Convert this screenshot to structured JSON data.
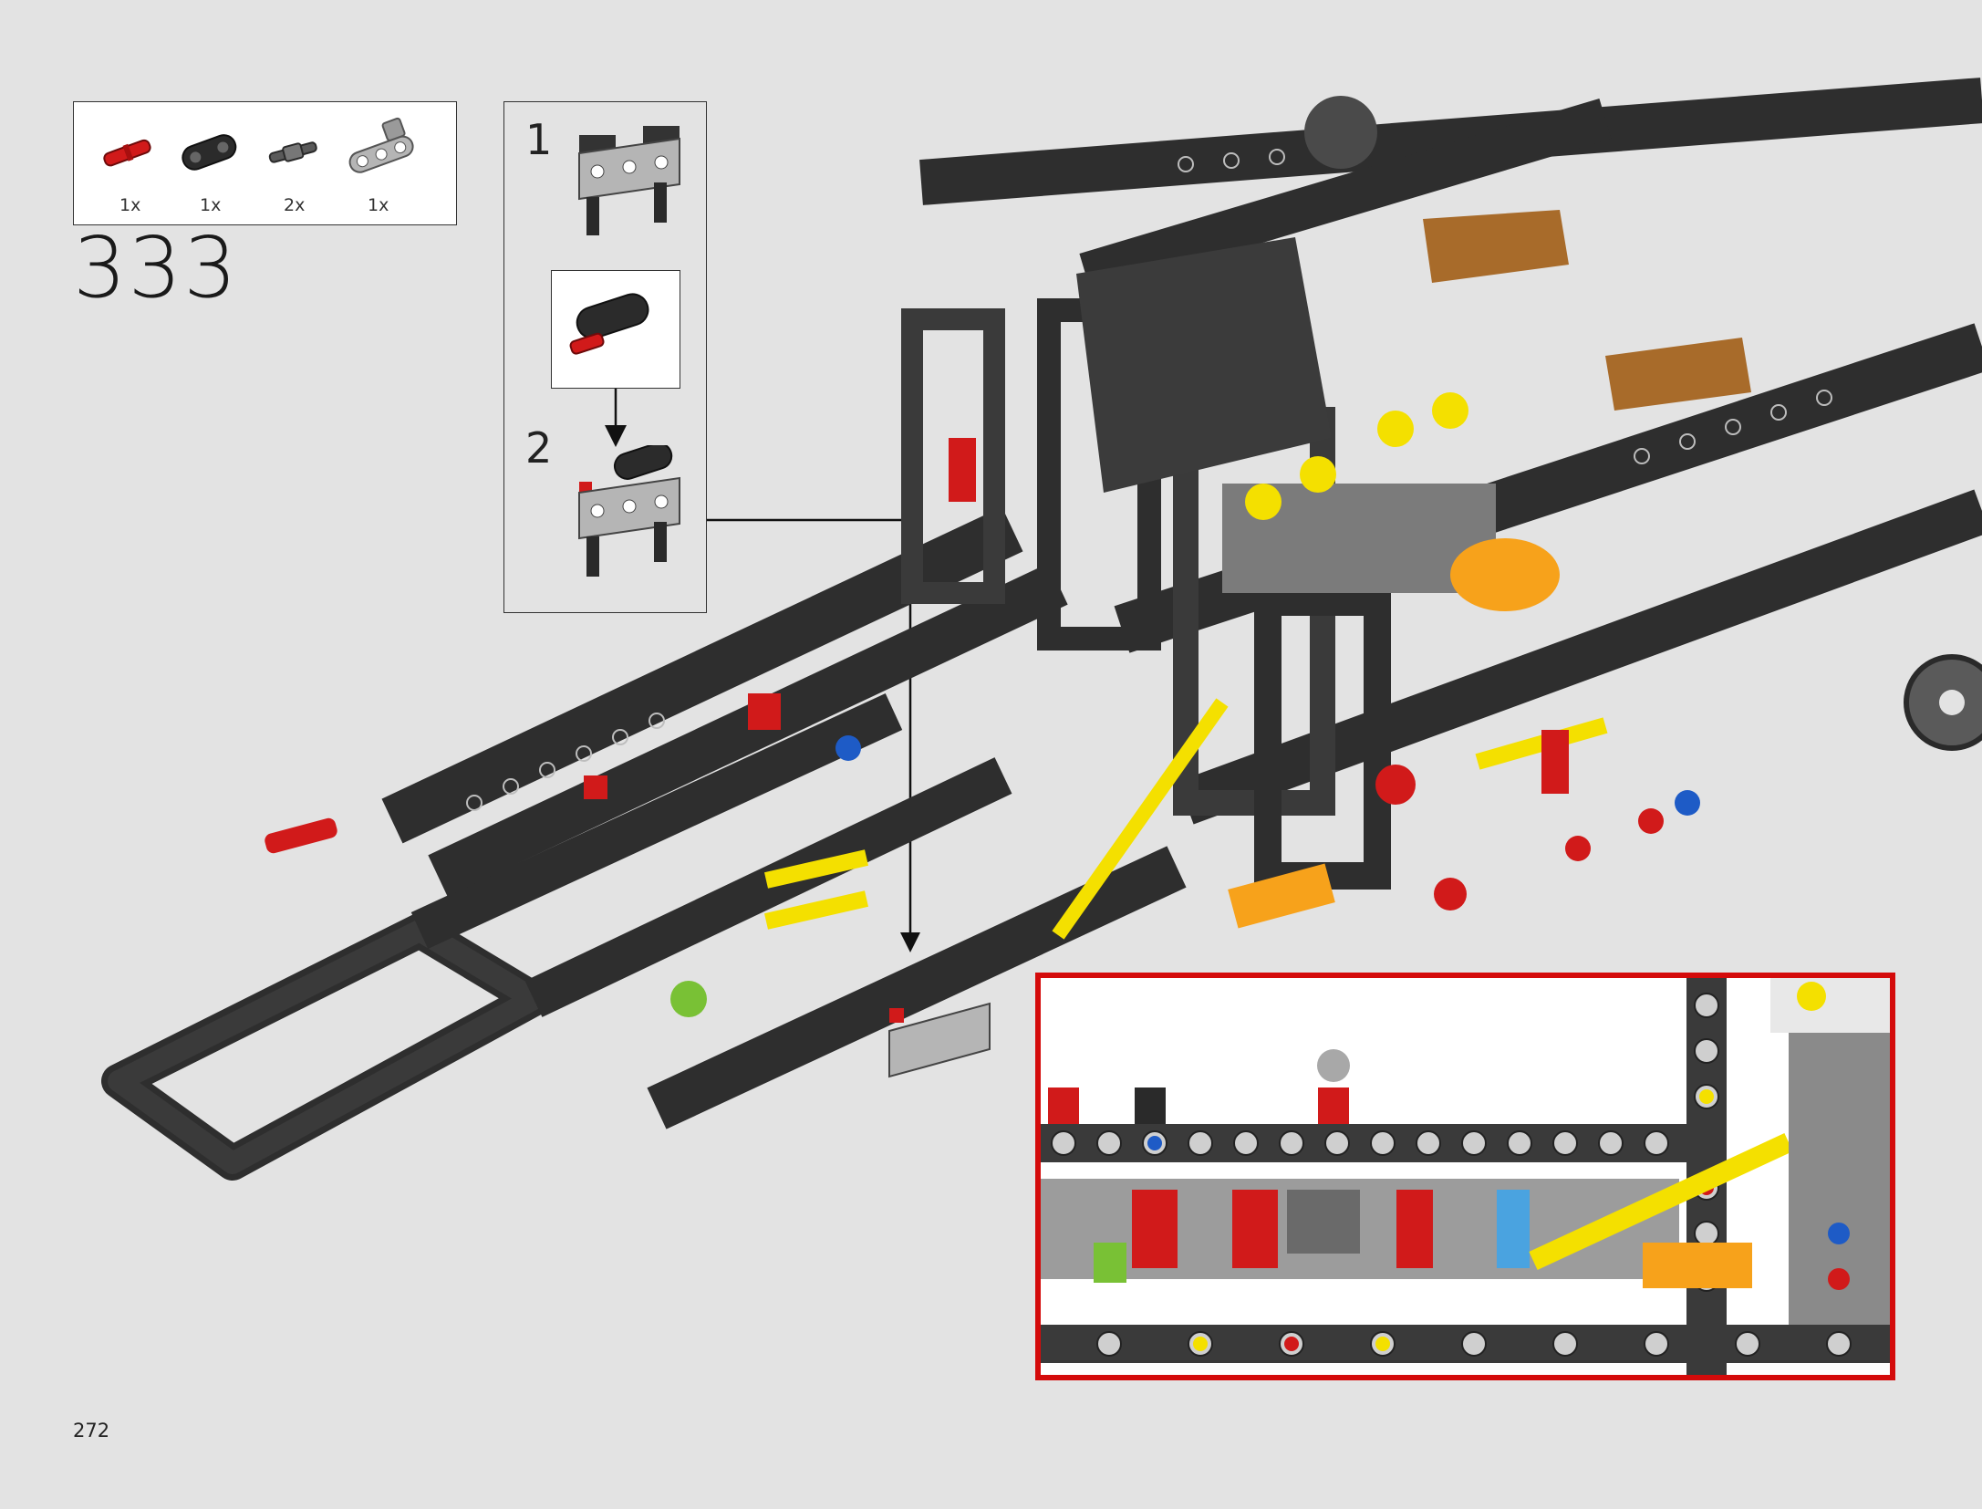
{
  "parts_list": {
    "items": [
      {
        "name": "red-axle-pin",
        "quantity": "1x",
        "color": "#d11a1a"
      },
      {
        "name": "black-cam-link",
        "quantity": "1x",
        "color": "#2b2b2b"
      },
      {
        "name": "dark-gray-axle-joiner",
        "quantity": "2x",
        "color": "#5a5a5a"
      },
      {
        "name": "light-gray-beam-with-pins",
        "quantity": "1x",
        "color": "#a8a8a8"
      }
    ]
  },
  "step": {
    "number": "333"
  },
  "substeps": [
    {
      "number": "1"
    },
    {
      "number": "2"
    }
  ],
  "page": {
    "number": "272"
  },
  "colors": {
    "background": "#e3e3e3",
    "inset_border": "#d40b0b",
    "beam_dark": "#2e2e2e",
    "beam_light": "#9c9c9c",
    "accent_red": "#d11a1a",
    "accent_yellow": "#f4e000",
    "accent_blue": "#1e5bc6",
    "accent_orange": "#f7a21b",
    "accent_green": "#79c135",
    "accent_tan": "#a86b2a"
  }
}
